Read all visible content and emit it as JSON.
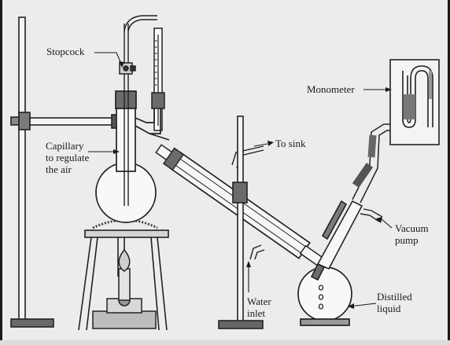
{
  "labels": {
    "stopcock": "Stopcock",
    "capillary": "Capillary\nto regulate\nthe air",
    "to_sink": "To sink",
    "monometer": "Monometer",
    "vacuum_pump": "Vacuum\npump",
    "water_inlet": "Water\ninlet",
    "distilled_liquid": "Distilled\nliquid"
  }
}
